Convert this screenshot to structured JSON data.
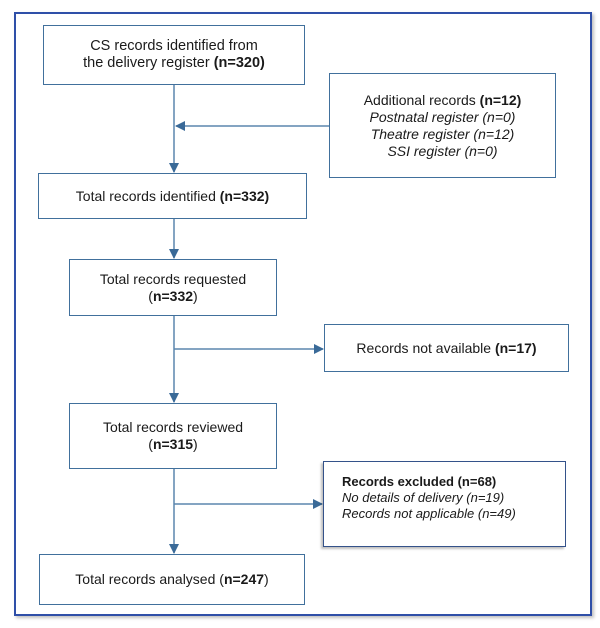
{
  "flowchart": {
    "box_identified_delivery": {
      "line1": "CS records identified from",
      "line2_text": "the delivery register ",
      "line2_count": "(n=320)"
    },
    "box_additional": {
      "title_text": "Additional records ",
      "title_count": "(n=12)",
      "items": [
        "Postnatal register (n=0)",
        "Theatre register (n=12)",
        "SSI register (n=0)"
      ]
    },
    "box_total_identified": {
      "text": "Total records identified ",
      "count": "(n=332)"
    },
    "box_total_requested": {
      "line1": "Total records requested",
      "count_open": "(",
      "count": "n=332",
      "count_close": ")"
    },
    "box_not_available": {
      "text": "Records not available ",
      "count": "(n=17)"
    },
    "box_total_reviewed": {
      "line1": "Total records reviewed",
      "count_open": "(",
      "count": "n=315",
      "count_close": ")"
    },
    "box_excluded": {
      "title": "Records excluded (n=68)",
      "items": [
        "No details of delivery (n=19)",
        "Records not applicable (n=49)"
      ]
    },
    "box_total_analysed": {
      "text": "Total records analysed (",
      "count": "n=247",
      "close": ")"
    },
    "colors": {
      "frame": "#2f4fa8",
      "box_border": "#41709c",
      "arrow": "#3a6a98"
    }
  }
}
